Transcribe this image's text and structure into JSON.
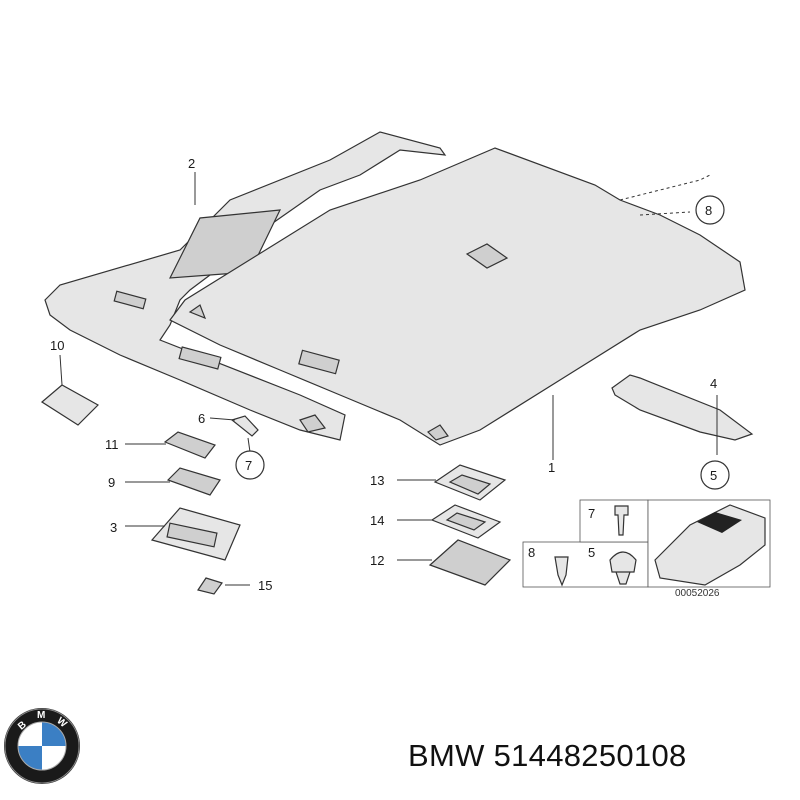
{
  "callouts": {
    "c1": "1",
    "c2": "2",
    "c3": "3",
    "c4": "4",
    "c5": "5",
    "c5b": "5",
    "c6": "6",
    "c7": "7",
    "c7b": "7",
    "c8": "8",
    "c8b": "8",
    "c9": "9",
    "c10": "10",
    "c11": "11",
    "c12": "12",
    "c13": "13",
    "c14": "14",
    "c15": "15"
  },
  "diagram_code": "00052026",
  "logo": {
    "text": "BMW",
    "colors": {
      "ring": "#1a1a1a",
      "blue": "#3b7fc4",
      "white": "#ffffff"
    }
  },
  "caption": {
    "brand": "BMW",
    "part_number": "51448250108"
  }
}
